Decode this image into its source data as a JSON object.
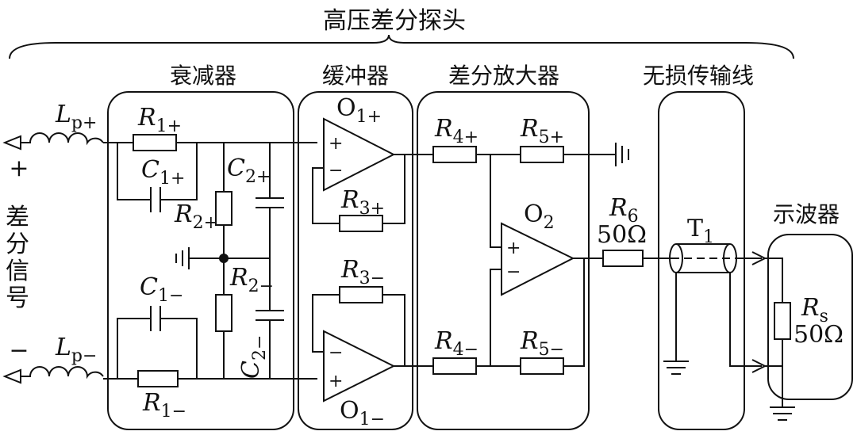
{
  "title": "高压差分探头",
  "sections": {
    "attenuator": "衰减器",
    "buffer": "缓冲器",
    "diff_amp": "差分放大器",
    "line": "无损传输线",
    "scope": "示波器"
  },
  "input_label": [
    "差",
    "分",
    "信",
    "号"
  ],
  "input_plus": "+",
  "input_minus": "−",
  "components": {
    "Lp_plus": {
      "main": "L",
      "sub": "p+"
    },
    "Lp_minus": {
      "main": "L",
      "sub": "p−"
    },
    "R1_plus": {
      "main": "R",
      "sub": "1+"
    },
    "R1_minus": {
      "main": "R",
      "sub": "1−"
    },
    "C1_plus": {
      "main": "C",
      "sub": "1+"
    },
    "C1_minus": {
      "main": "C",
      "sub": "1−"
    },
    "R2_plus": {
      "main": "R",
      "sub": "2+"
    },
    "R2_minus": {
      "main": "R",
      "sub": "2−"
    },
    "C2_plus": {
      "main": "C",
      "sub": "2+"
    },
    "C2_minus": {
      "main": "C",
      "sub": "2−"
    },
    "O1_plus": {
      "main": "O",
      "sub": "1+"
    },
    "O1_minus": {
      "main": "O",
      "sub": "1−"
    },
    "R3_plus": {
      "main": "R",
      "sub": "3+"
    },
    "R3_minus": {
      "main": "R",
      "sub": "3−"
    },
    "R4_plus": {
      "main": "R",
      "sub": "4+"
    },
    "R4_minus": {
      "main": "R",
      "sub": "4−"
    },
    "R5_plus": {
      "main": "R",
      "sub": "5+"
    },
    "R5_minus": {
      "main": "R",
      "sub": "5−"
    },
    "O2": {
      "main": "O",
      "sub": "2"
    },
    "R6": {
      "main": "R",
      "sub": "6",
      "value": "50Ω"
    },
    "T1": {
      "main": "T",
      "sub": "1"
    },
    "Rs": {
      "main": "R",
      "sub": "s",
      "value": "50Ω"
    }
  },
  "opamp_signs": {
    "plus": "+",
    "minus": "−"
  }
}
